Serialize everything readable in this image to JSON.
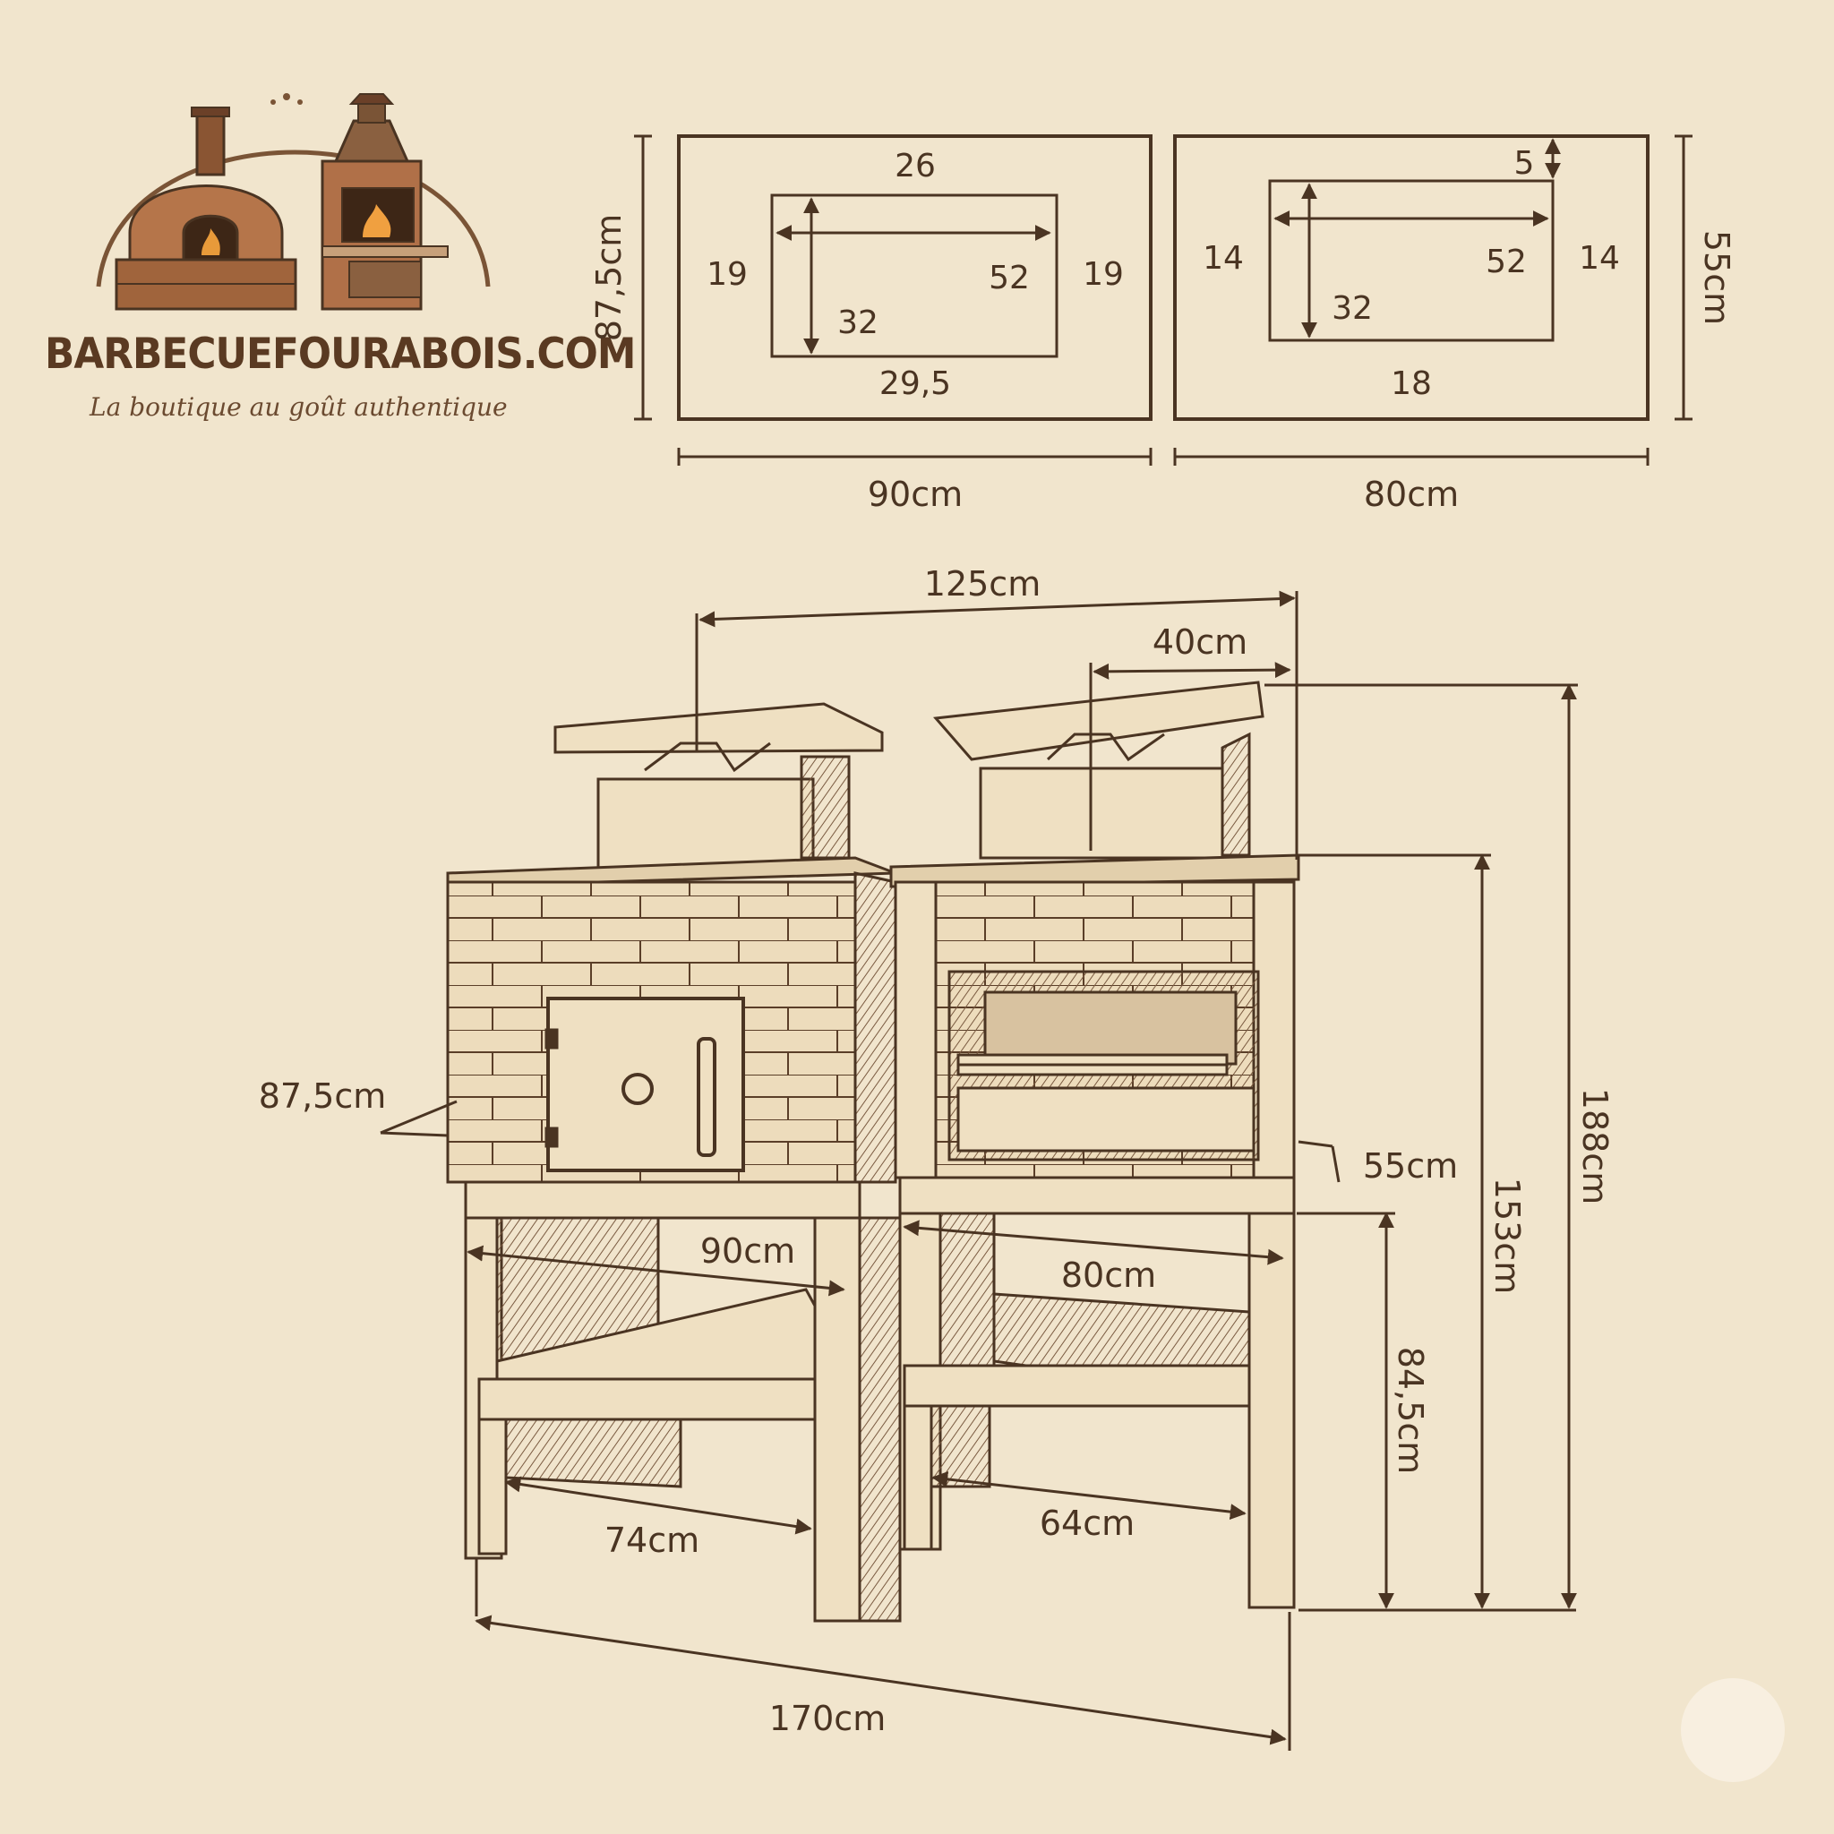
{
  "brand": {
    "name": "BARBECUEFOURABOIS.COM",
    "tagline": "La boutique au goût authentique"
  },
  "top_left_plan": {
    "height": "87,5cm",
    "width": "90cm",
    "top": "26",
    "left": "19",
    "right": "19",
    "inner_width": "52",
    "inner_depth": "32",
    "bottom": "29,5"
  },
  "top_right_plan": {
    "height": "55cm",
    "width": "80cm",
    "top": "5",
    "left": "14",
    "right": "14",
    "inner_width": "52",
    "inner_depth": "32",
    "bottom": "18"
  },
  "elevation": {
    "chimney_span": "125cm",
    "chimney_offset": "40cm",
    "left_depth": "87,5cm",
    "right_depth": "55cm",
    "left_width": "90cm",
    "right_width": "80cm",
    "left_inner": "74cm",
    "right_inner": "64cm",
    "total_width": "170cm",
    "counter_height": "84,5cm",
    "grill_height": "153cm",
    "total_height": "188cm"
  },
  "colors": {
    "paper": "#f1e5cd",
    "ink": "#4a3422",
    "brick": "#a0643c"
  }
}
